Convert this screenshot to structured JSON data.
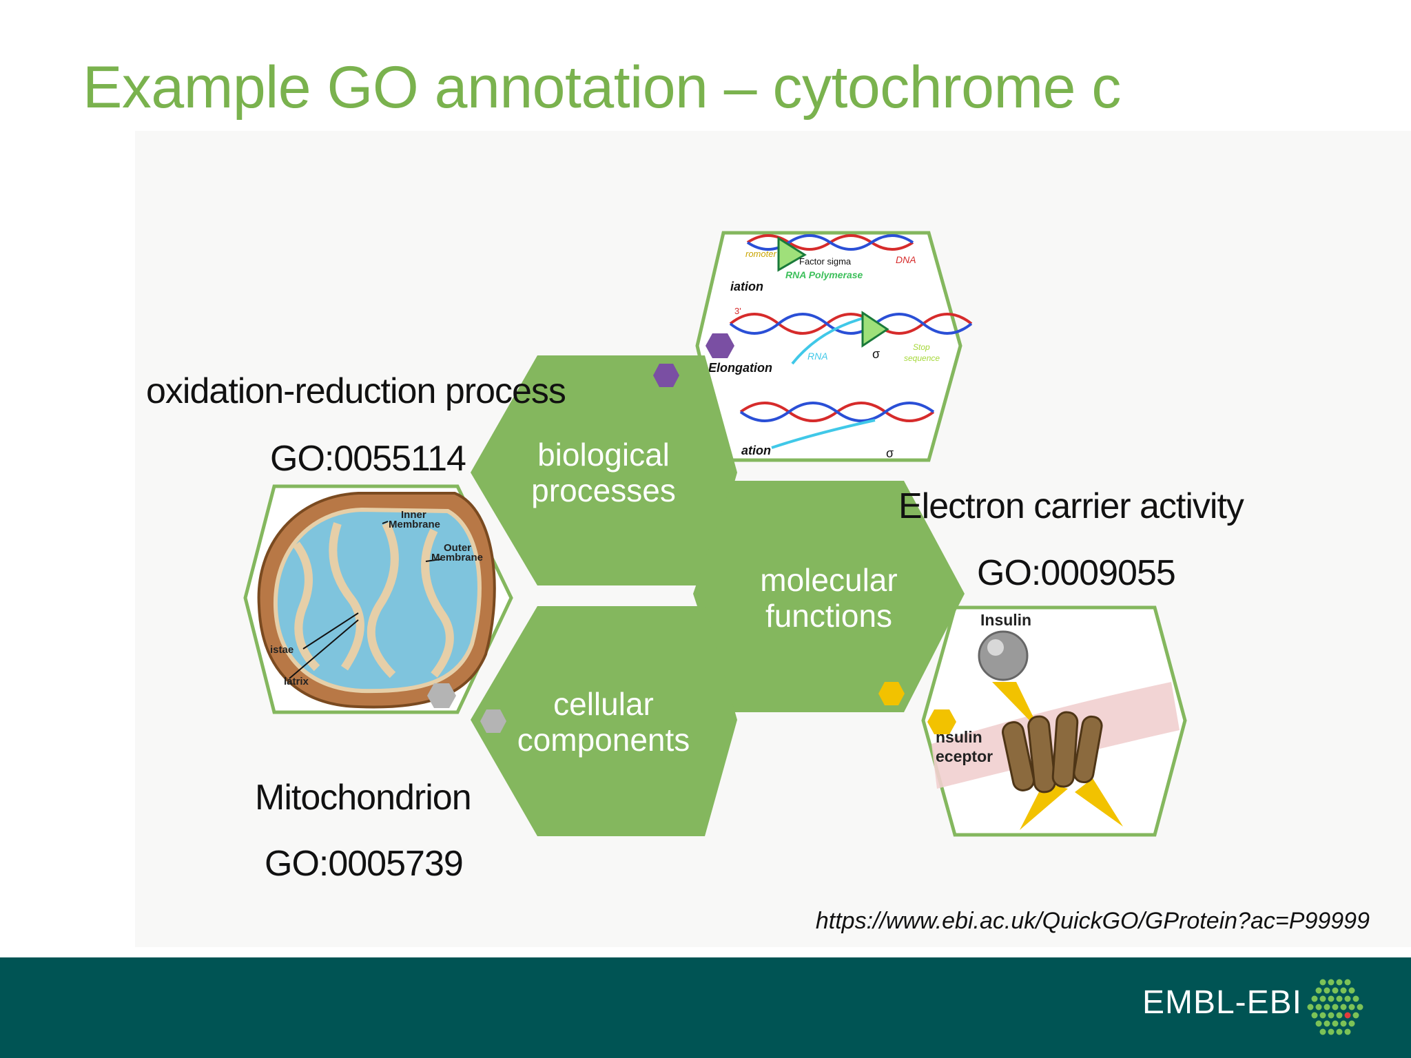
{
  "slide": {
    "title": "Example GO annotation – cytochrome c",
    "url": "https://www.ebi.ac.uk/QuickGO/GProtein?ac=P99999"
  },
  "hexagons": {
    "biological": {
      "line1": "biological",
      "line2": "processes",
      "color": "#84b75e"
    },
    "molecular": {
      "line1": "molecular",
      "line2": "functions",
      "color": "#84b75e"
    },
    "cellular": {
      "line1": "cellular",
      "line2": "components",
      "color": "#84b75e"
    }
  },
  "annotations": {
    "process": {
      "term": "oxidation-reduction process",
      "id": "GO:0055114"
    },
    "function": {
      "term": "Electron carrier activity",
      "id": "GO:0009055"
    },
    "component": {
      "term": "Mitochondrion",
      "id": "GO:0005739"
    }
  },
  "images": {
    "transcription": {
      "labels": [
        "romoter",
        "Factor sigma",
        "RNA Polymerase",
        "DNA",
        "iation",
        "3'",
        "RNA",
        "σ",
        "Stop sequence",
        "Elongation",
        "ation",
        "σ"
      ]
    },
    "mitochondrion": {
      "labels": [
        "Inner Membrane",
        "Outer Membrane",
        "istae",
        "latrix"
      ]
    },
    "insulin": {
      "labels": [
        "Insulin",
        "nsulin",
        "eceptor"
      ]
    }
  },
  "markers": {
    "purple": "#7a4fa3",
    "gray": "#b4b4b4",
    "yellow": "#f2c200"
  },
  "footer": {
    "logo_text": "EMBL-EBI",
    "background": "#005454"
  }
}
